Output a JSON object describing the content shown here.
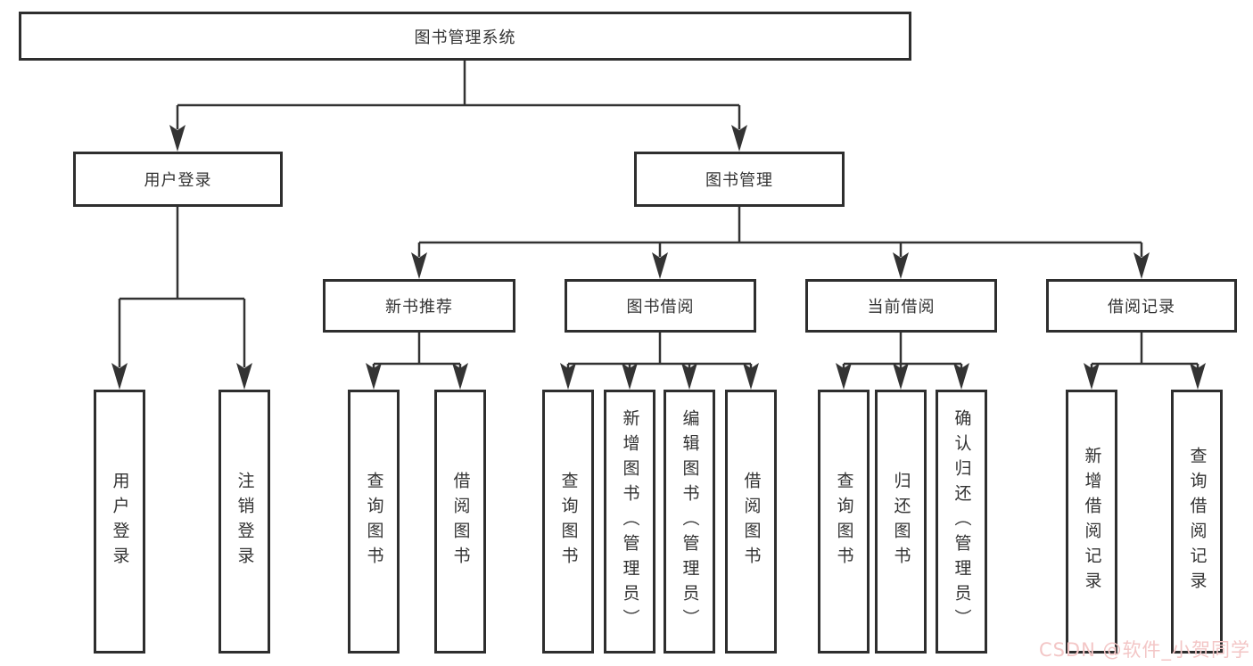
{
  "diagram_title": "图书管理系统",
  "colors": {
    "line": "#333333",
    "box_border": "#2e2e2e",
    "text": "#333333",
    "background": "#ffffff",
    "watermark": "#f3c6c6"
  },
  "nodes": {
    "root": "图书管理系统",
    "user_login": "用户登录",
    "book_mgmt": "图书管理",
    "new_book_rec": "新书推荐",
    "book_borrow": "图书借阅",
    "current_borrow": "当前借阅",
    "borrow_record": "借阅记录"
  },
  "leaves": {
    "user_login": [
      "用户登录",
      "注销登录"
    ],
    "new_book_rec": [
      "查询图书",
      "借阅图书"
    ],
    "book_borrow": [
      "查询图书",
      "新增图书（管理员）",
      "编辑图书（管理员）",
      "借阅图书"
    ],
    "current_borrow": [
      "查询图书",
      "归还图书",
      "确认归还（管理员）"
    ],
    "borrow_record": [
      "新增借阅记录",
      "查询借阅记录"
    ]
  },
  "watermark": "CSDN @软件_小贺同学"
}
